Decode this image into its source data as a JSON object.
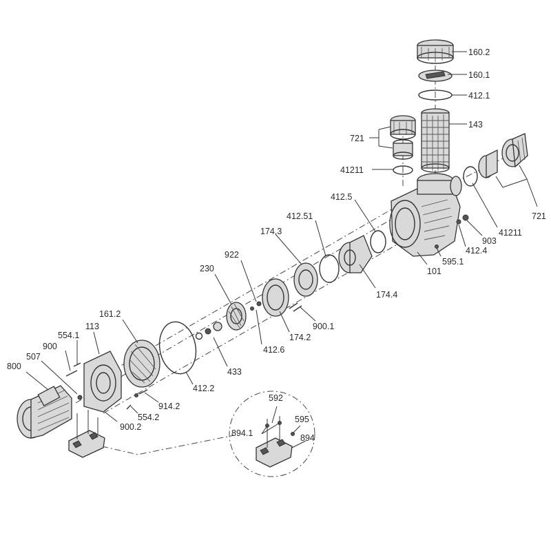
{
  "diagram": {
    "labels": {
      "l_160_2": "160.2",
      "l_160_1": "160.1",
      "l_412_1": "412.1",
      "l_143": "143",
      "l_721_top": "721",
      "l_41211_left": "41211",
      "l_412_5": "412.5",
      "l_412_51": "412.51",
      "l_174_3": "174.3",
      "l_922": "922",
      "l_230": "230",
      "l_161_2": "161.2",
      "l_113": "113",
      "l_554_1": "554.1",
      "l_900": "900",
      "l_507": "507",
      "l_800": "800",
      "l_914_2": "914.2",
      "l_554_2": "554.2",
      "l_900_2": "900.2",
      "l_412_2": "412.2",
      "l_433": "433",
      "l_412_6": "412.6",
      "l_174_2": "174.2",
      "l_900_1": "900.1",
      "l_174_4": "174.4",
      "l_101": "101",
      "l_595_1": "595.1",
      "l_412_4": "412.4",
      "l_903": "903",
      "l_41211_right": "41211",
      "l_721_right": "721",
      "l_592": "592",
      "l_894_1": "894.1",
      "l_595": "595",
      "l_894": "894"
    }
  }
}
